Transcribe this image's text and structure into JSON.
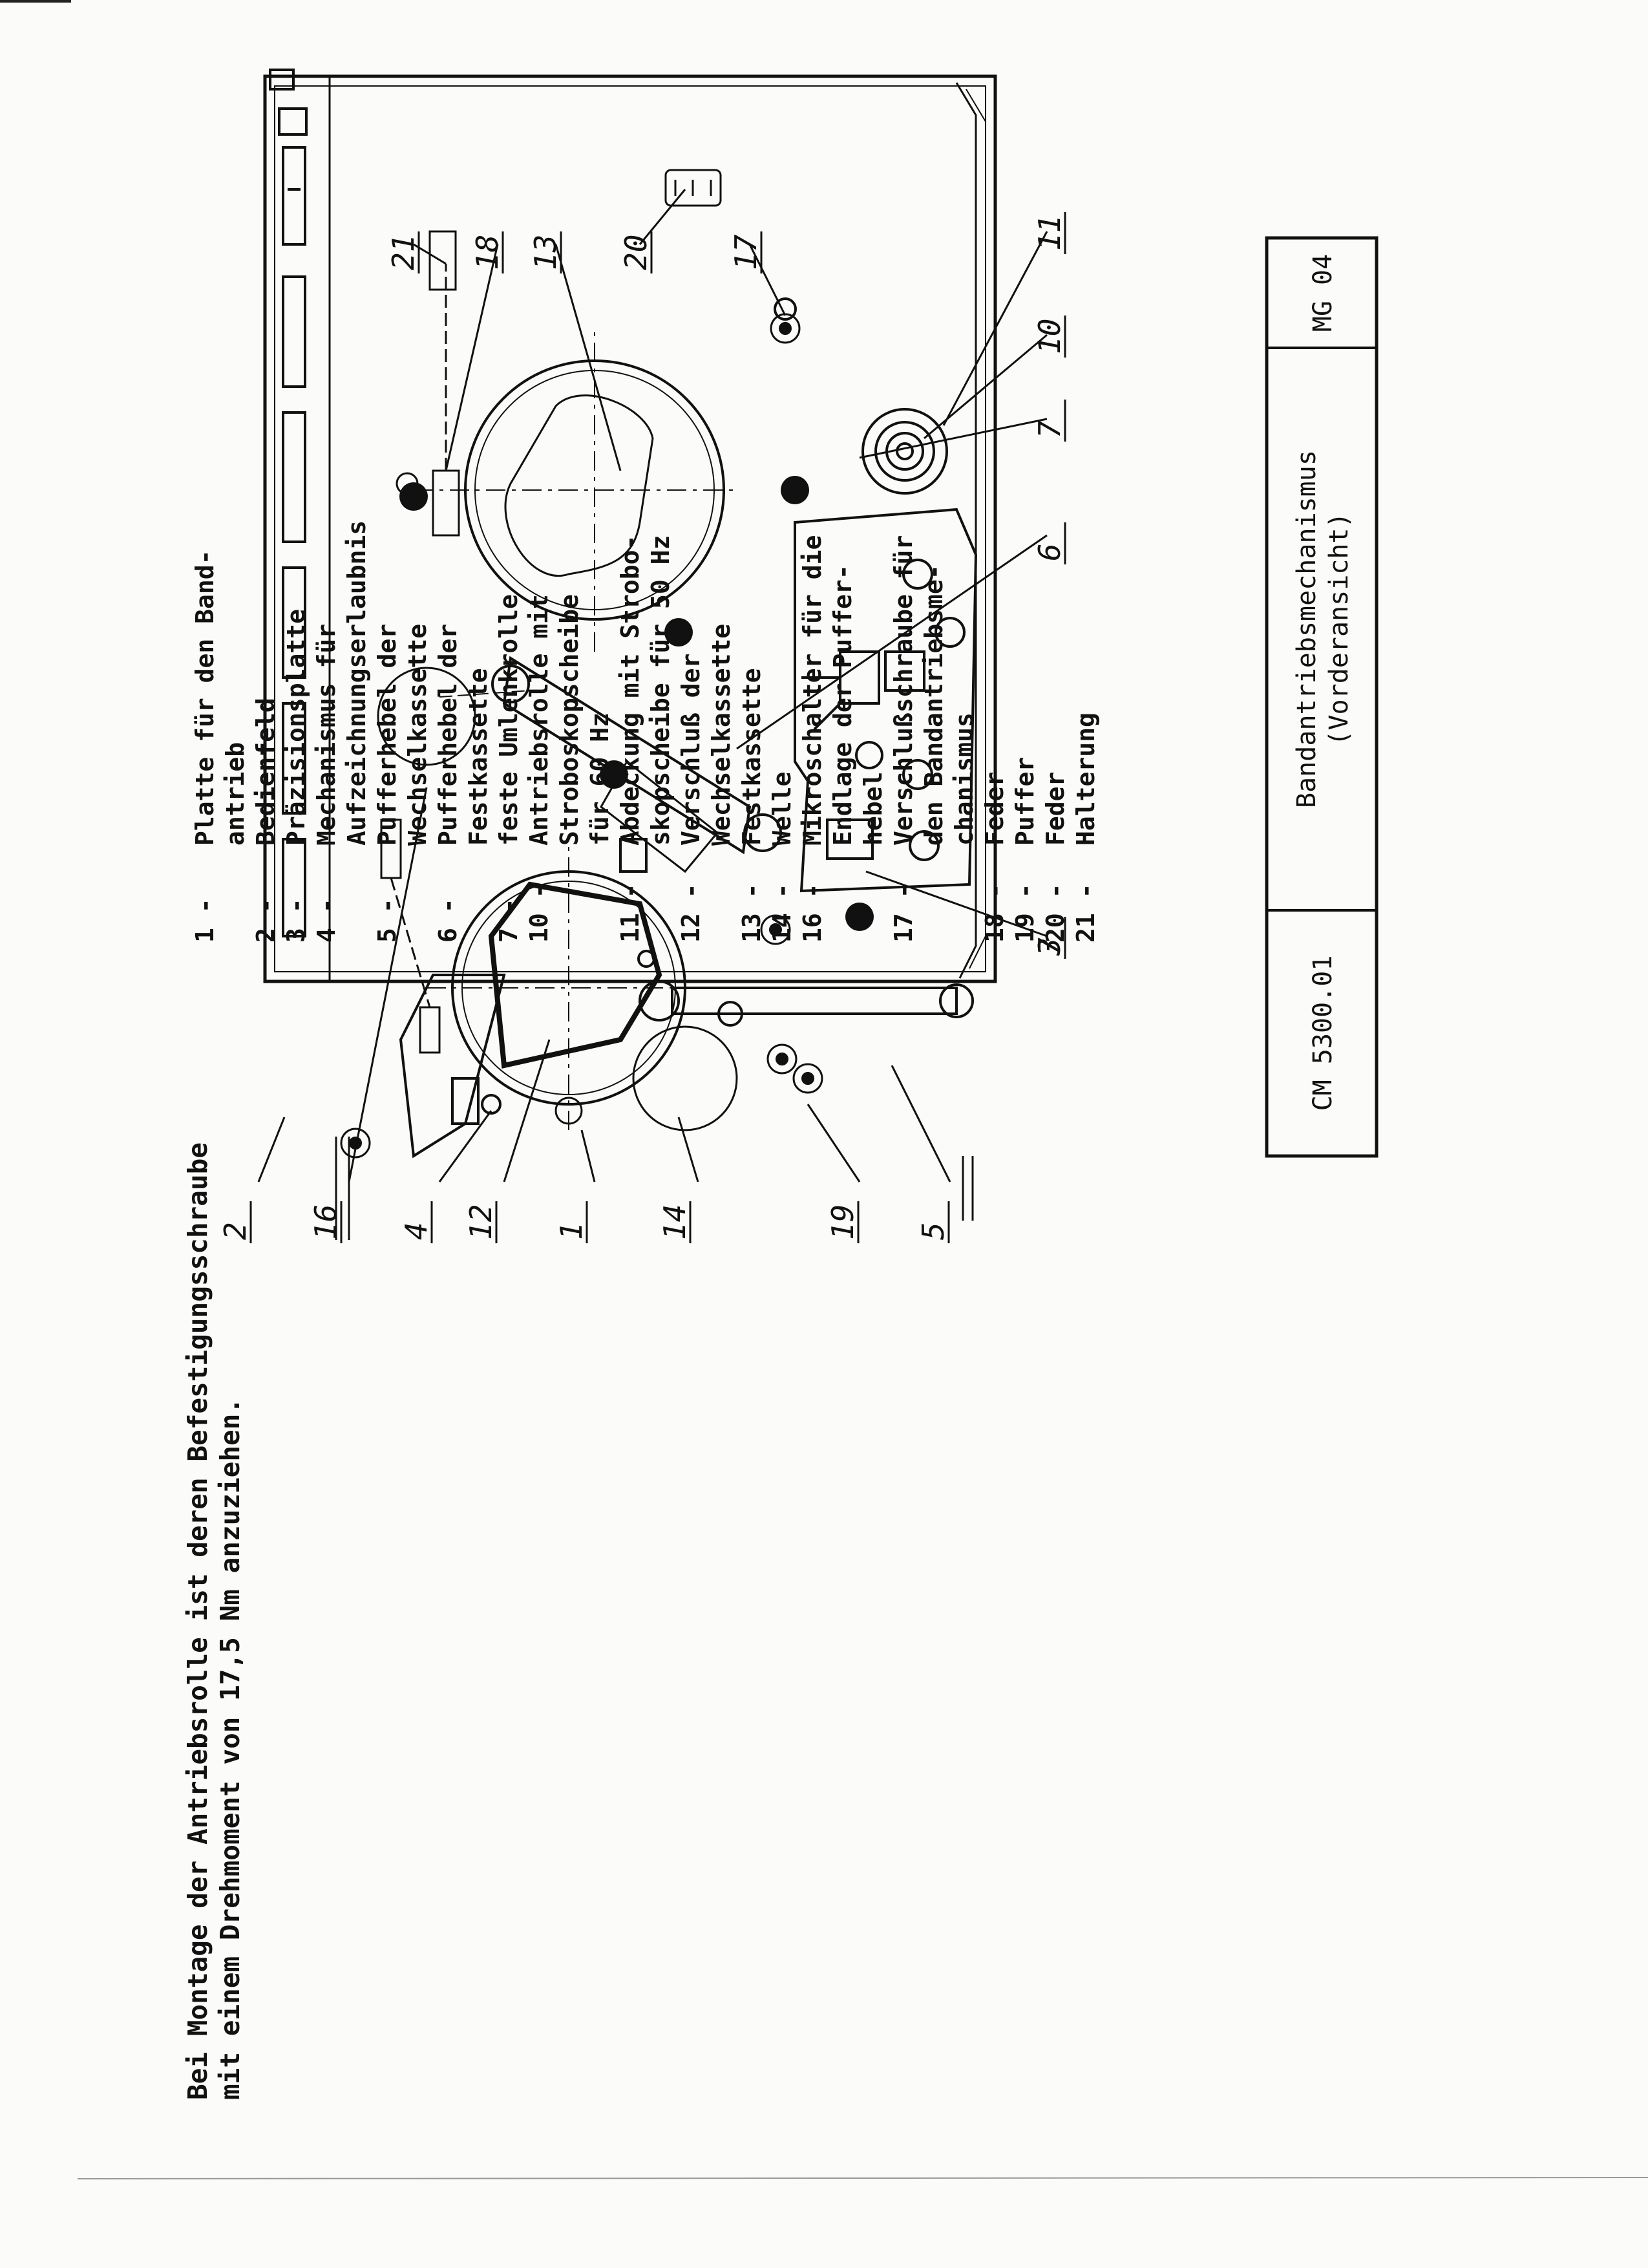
{
  "document": {
    "note": {
      "line1": "Bei Montage der Antriebsrolle ist deren Befestigungsschraube",
      "line2": "mit einem Drehmoment von 17,5 Nm anzuziehen."
    },
    "title_block": {
      "number": "CM 5300.01",
      "title_line1": "Bandantriebsmechanismus",
      "title_line2": "(Vorderansicht)",
      "sheet": "MG 04"
    },
    "legend": [
      {
        "num": "1",
        "lines": [
          "Platte für den Band-",
          "antrieb"
        ]
      },
      {
        "num": "2",
        "lines": [
          "Bedienfeld"
        ]
      },
      {
        "num": "3",
        "lines": [
          "Präzisionsplatte"
        ]
      },
      {
        "num": "4",
        "lines": [
          "Mechanismus für",
          "Aufzeichnungserlaubnis"
        ]
      },
      {
        "num": "5",
        "lines": [
          "Pufferhebel der",
          "Wechselkassette"
        ]
      },
      {
        "num": "6",
        "lines": [
          "Pufferhebel der",
          "Festkassette"
        ]
      },
      {
        "num": "7",
        "lines": [
          "feste Umlenkrolle"
        ]
      },
      {
        "num": "10",
        "lines": [
          "Antriebsrolle mit",
          "Stroboskopscheibe",
          "für 60 Hz"
        ]
      },
      {
        "num": "11",
        "lines": [
          "Abdeckung mit Strobo-",
          "skopscheibe für 50 Hz"
        ]
      },
      {
        "num": "12",
        "lines": [
          "Verschluß der",
          "Wechselkassette"
        ]
      },
      {
        "num": "13",
        "lines": [
          "Festkassette"
        ]
      },
      {
        "num": "14",
        "lines": [
          "Welle"
        ]
      },
      {
        "num": "16",
        "lines": [
          "Mikroschalter für die",
          "Endlage der Puffer-",
          "hebel"
        ]
      },
      {
        "num": "17",
        "lines": [
          "Verschlußschraube für",
          "den Bandantriebsme-",
          "chanismus"
        ]
      },
      {
        "num": "18",
        "lines": [
          "Feder"
        ]
      },
      {
        "num": "19",
        "lines": [
          "Puffer"
        ]
      },
      {
        "num": "20",
        "lines": [
          "Feder"
        ]
      },
      {
        "num": "21",
        "lines": [
          "Halterung"
        ]
      }
    ],
    "callouts": [
      "2",
      "16",
      "4",
      "12",
      "1",
      "14",
      "19",
      "5",
      "7",
      "3",
      "6",
      "7",
      "10",
      "11",
      "17",
      "20",
      "13",
      "18",
      "21"
    ]
  }
}
